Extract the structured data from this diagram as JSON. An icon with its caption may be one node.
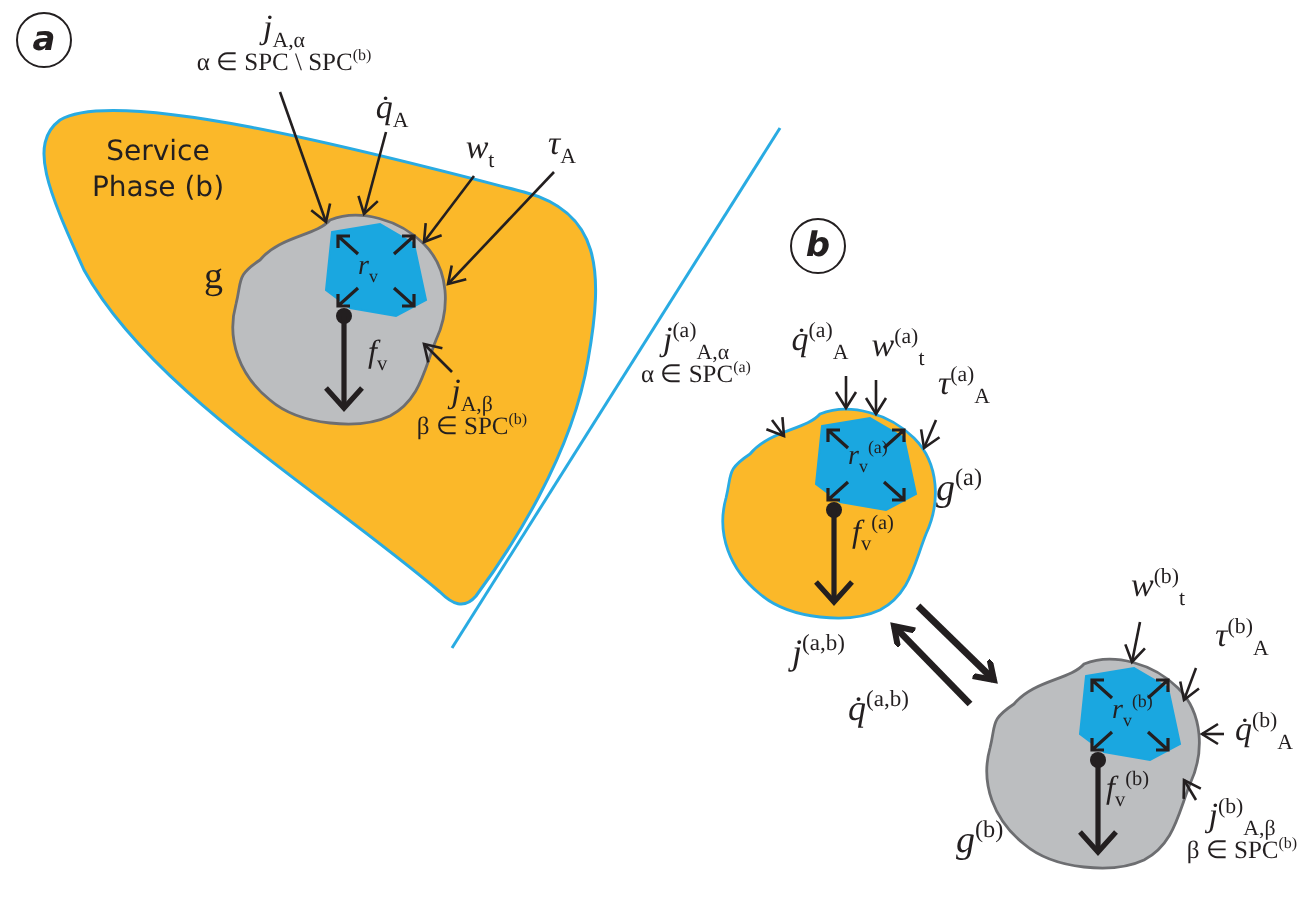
{
  "diagram": {
    "nodes": [
      {
        "text": [
          "a"
        ]
      },
      {
        "text": [
          "*j*$_{A,α}$",
          "α ∈ SPC \\ SPC$^{(b)}$"
        ]
      },
      {
        "text": [
          "Service Phase (b)"
        ]
      },
      {
        "text": [
          "*q̇*$_{A}$"
        ],
        "in": 2
      },
      {
        "text": [
          "*w*$_{t}$"
        ],
        "in": 2
      },
      {
        "text": [
          "*τ*$_{A}$"
        ],
        "in": 2
      },
      {
        "text": [
          "g"
        ],
        "in": 2
      },
      {
        "text": [
          "*r*$_{v}$"
        ],
        "in": 6
      },
      {
        "text": [
          "*j*$_{A,β}$",
          "β ∈ SPC$^{(b)}$"
        ],
        "in": 2
      },
      {
        "text": [
          "b"
        ]
      },
      {
        "text": [
          "*j*$^{(a)}$$_{A,α}$",
          "α ∈ SPC$^{(a)}$"
        ]
      },
      {
        "text": [
          "*q̇*$^{(a)}$$_{A}$"
        ]
      },
      {
        "text": [
          "*w*$^{(a)}$$_{t}$"
        ]
      },
      {
        "text": [
          "*τ*$^{(a)}$$_{A}$"
        ]
      },
      {
        "text": [
          "*g*$^{(a)}$"
        ]
      },
      {
        "text": [
          "*r*$_{v}$$^{(a)}$"
        ],
        "in": 14
      },
      {
        "text": [
          "*w*$^{(b)}$$_{t}$"
        ]
      },
      {
        "text": [
          "*τ*$^{(b)}$$_{A}$"
        ]
      },
      {
        "text": [
          "*g*$^{(b)}$"
        ]
      },
      {
        "text": [
          "*r*$_{v}$$^{(b)}$"
        ],
        "in": 18
      },
      {
        "text": [
          "*q̇*$^{(b)}$$_{A}$"
        ]
      },
      {
        "text": [
          "*j*$^{(b)}$$_{A,β}$",
          "β ∈ SPC$^{(b)}$"
        ]
      }
    ],
    "edges": [
      {
        "from": 1,
        "to": 6,
        "arrow": "to"
      },
      {
        "from": 3,
        "to": 6,
        "arrow": "to"
      },
      {
        "from": 4,
        "to": 6,
        "arrow": "to"
      },
      {
        "from": 5,
        "to": 6,
        "arrow": "to"
      },
      {
        "from": 8,
        "to": 6,
        "arrow": "to"
      },
      {
        "from": 10,
        "to": 14,
        "arrow": "to"
      },
      {
        "from": 11,
        "to": 14,
        "arrow": "to"
      },
      {
        "from": 12,
        "to": 14,
        "arrow": "to"
      },
      {
        "from": 13,
        "to": 14,
        "arrow": "to"
      },
      {
        "from": 18,
        "to": 14,
        "arrow": "to",
        "label": "*j*$^{(a,b)}$",
        "style": "thick"
      },
      {
        "from": 14,
        "to": 18,
        "arrow": "to",
        "label": "*q̇*$^{(a,b)}$",
        "style": "thick"
      },
      {
        "from": 16,
        "to": 18,
        "arrow": "to"
      },
      {
        "from": 17,
        "to": 18,
        "arrow": "to"
      },
      {
        "from": 20,
        "to": 18,
        "arrow": "to"
      },
      {
        "from": 21,
        "to": 18,
        "arrow": "to"
      }
    ],
    "labels": [
      "*f*$_{v}$",
      "*f*$_{v}$$^{(a)}$",
      "*f*$_{v}$$^{(b)}$"
    ]
  }
}
